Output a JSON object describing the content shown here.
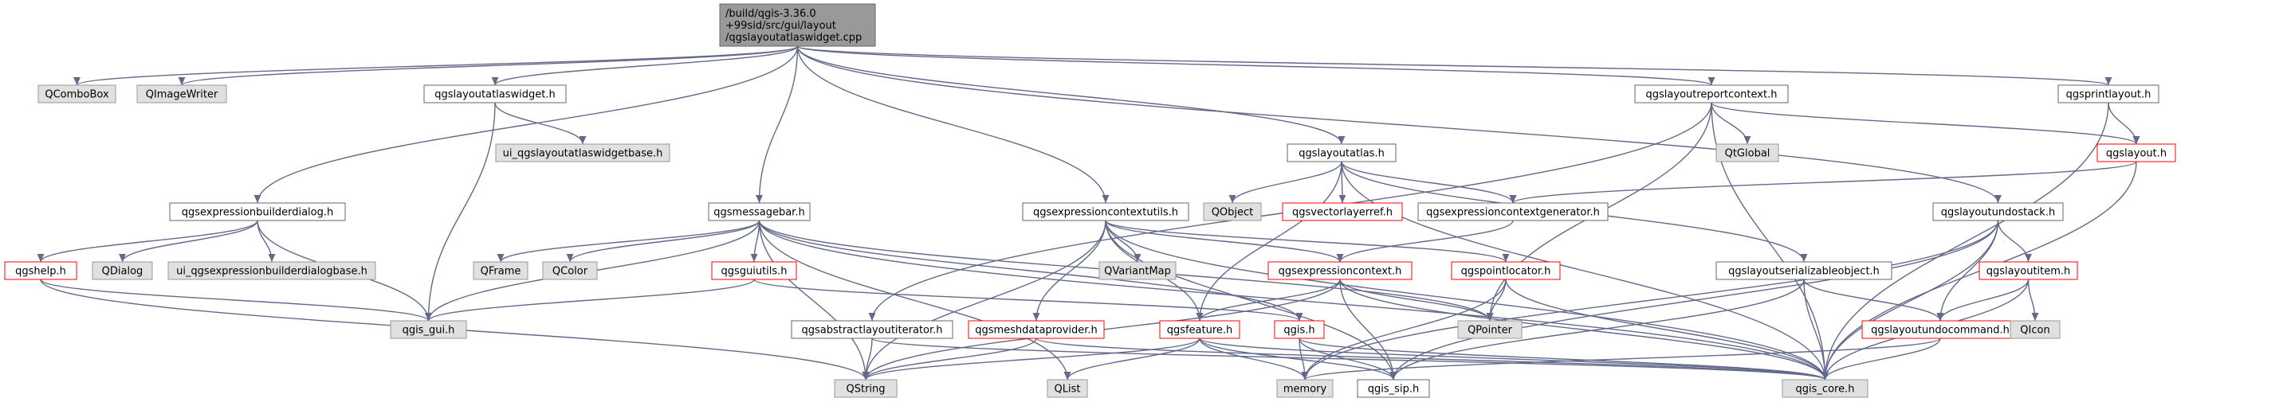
{
  "colors": {
    "edge": "#63698b",
    "plain_border": "#666666",
    "grey_fill": "#e0e0e0",
    "red_border": "#ff0000",
    "root_fill": "#999999"
  },
  "nodes": [
    {
      "id": "root",
      "lines": [
        "/build/qgis-3.36.0",
        "+99sid/src/gui/layout",
        "/qgslayoutatlaswidget.cpp"
      ],
      "style": "root"
    },
    {
      "id": "qcombobox",
      "lines": [
        "QComboBox"
      ],
      "style": "grey"
    },
    {
      "id": "qimagewriter",
      "lines": [
        "QImageWriter"
      ],
      "style": "grey"
    },
    {
      "id": "qgslayoutatlaswidget_h",
      "lines": [
        "qgslayoutatlaswidget.h"
      ],
      "style": "plain"
    },
    {
      "id": "ui_atlaswidgetbase",
      "lines": [
        "ui_qgslayoutatlaswidgetbase.h"
      ],
      "style": "grey"
    },
    {
      "id": "qgsexpressionbuilderdialog_h",
      "lines": [
        "qgsexpressionbuilderdialog.h"
      ],
      "style": "plain"
    },
    {
      "id": "qgshelp_h",
      "lines": [
        "qgshelp.h"
      ],
      "style": "red"
    },
    {
      "id": "qdialog",
      "lines": [
        "QDialog"
      ],
      "style": "grey"
    },
    {
      "id": "ui_exprbuilderdialogbase",
      "lines": [
        "ui_qgsexpressionbuilderdialogbase.h"
      ],
      "style": "grey"
    },
    {
      "id": "qgis_gui_h",
      "lines": [
        "qgis_gui.h"
      ],
      "style": "grey"
    },
    {
      "id": "qgsmessagebar_h",
      "lines": [
        "qgsmessagebar.h"
      ],
      "style": "plain"
    },
    {
      "id": "qframe",
      "lines": [
        "QFrame"
      ],
      "style": "grey"
    },
    {
      "id": "qcolor",
      "lines": [
        "QColor"
      ],
      "style": "grey"
    },
    {
      "id": "qgsguiutils_h",
      "lines": [
        "qgsguiutils.h"
      ],
      "style": "red"
    },
    {
      "id": "qstring",
      "lines": [
        "QString"
      ],
      "style": "grey"
    },
    {
      "id": "qgsexpressioncontextutils_h",
      "lines": [
        "qgsexpressioncontextutils.h"
      ],
      "style": "plain"
    },
    {
      "id": "qvariantmap",
      "lines": [
        "QVariantMap"
      ],
      "style": "grey"
    },
    {
      "id": "qgsabstractlayoutiterator_h",
      "lines": [
        "qgsabstractlayoutiterator.h"
      ],
      "style": "plain"
    },
    {
      "id": "qgsmeshdataprovider_h",
      "lines": [
        "qgsmeshdataprovider.h"
      ],
      "style": "red"
    },
    {
      "id": "qlist",
      "lines": [
        "QList"
      ],
      "style": "grey"
    },
    {
      "id": "qgsfeature_h",
      "lines": [
        "qgsfeature.h"
      ],
      "style": "red"
    },
    {
      "id": "qgis_h",
      "lines": [
        "qgis.h"
      ],
      "style": "red"
    },
    {
      "id": "memory",
      "lines": [
        "memory"
      ],
      "style": "grey"
    },
    {
      "id": "qgis_sip_h",
      "lines": [
        "qgis_sip.h"
      ],
      "style": "plain"
    },
    {
      "id": "qgslayoutatlas_h",
      "lines": [
        "qgslayoutatlas.h"
      ],
      "style": "plain"
    },
    {
      "id": "qobject",
      "lines": [
        "QObject"
      ],
      "style": "grey"
    },
    {
      "id": "qgsvectorlayerref_h",
      "lines": [
        "qgsvectorlayerref.h"
      ],
      "style": "red"
    },
    {
      "id": "qgsexpressioncontextgenerator_h",
      "lines": [
        "qgsexpressioncontextgenerator.h"
      ],
      "style": "plain"
    },
    {
      "id": "qgsexpressioncontext_h",
      "lines": [
        "qgsexpressioncontext.h"
      ],
      "style": "red"
    },
    {
      "id": "qgspointlocator_h",
      "lines": [
        "qgspointlocator.h"
      ],
      "style": "red"
    },
    {
      "id": "qpointer",
      "lines": [
        "QPointer"
      ],
      "style": "grey"
    },
    {
      "id": "qgslayoutreportcontext_h",
      "lines": [
        "qgslayoutreportcontext.h"
      ],
      "style": "plain"
    },
    {
      "id": "qtglobal",
      "lines": [
        "QtGlobal"
      ],
      "style": "grey"
    },
    {
      "id": "qgslayoutundostack_h",
      "lines": [
        "qgslayoutundostack.h"
      ],
      "style": "plain"
    },
    {
      "id": "qgslayoutserializableobject_h",
      "lines": [
        "qgslayoutserializableobject.h"
      ],
      "style": "plain"
    },
    {
      "id": "qgslayoutundocommand_h",
      "lines": [
        "qgslayoutundocommand.h"
      ],
      "style": "red"
    },
    {
      "id": "qgslayoutitem_h",
      "lines": [
        "qgslayoutitem.h"
      ],
      "style": "red"
    },
    {
      "id": "qicon",
      "lines": [
        "QIcon"
      ],
      "style": "grey"
    },
    {
      "id": "qgsprintlayout_h",
      "lines": [
        "qgsprintlayout.h"
      ],
      "style": "plain"
    },
    {
      "id": "qgslayout_h",
      "lines": [
        "qgslayout.h"
      ],
      "style": "red"
    },
    {
      "id": "qgis_core_h",
      "lines": [
        "qgis_core.h"
      ],
      "style": "grey"
    }
  ],
  "edges": [
    [
      "root",
      "qcombobox"
    ],
    [
      "root",
      "qimagewriter"
    ],
    [
      "root",
      "qgslayoutatlaswidget_h"
    ],
    [
      "root",
      "qgsexpressionbuilderdialog_h"
    ],
    [
      "root",
      "qgsmessagebar_h"
    ],
    [
      "root",
      "qgsexpressioncontextutils_h"
    ],
    [
      "root",
      "qgslayoutatlas_h"
    ],
    [
      "root",
      "qgslayoutreportcontext_h"
    ],
    [
      "root",
      "qgslayoutundostack_h"
    ],
    [
      "root",
      "qgsprintlayout_h"
    ],
    [
      "qgslayoutatlaswidget_h",
      "ui_atlaswidgetbase"
    ],
    [
      "qgslayoutatlaswidget_h",
      "qgis_gui_h"
    ],
    [
      "qgsexpressionbuilderdialog_h",
      "qgshelp_h"
    ],
    [
      "qgsexpressionbuilderdialog_h",
      "qdialog"
    ],
    [
      "qgsexpressionbuilderdialog_h",
      "ui_exprbuilderdialogbase"
    ],
    [
      "qgsexpressionbuilderdialog_h",
      "qgis_gui_h"
    ],
    [
      "qgshelp_h",
      "qgis_gui_h"
    ],
    [
      "qgshelp_h",
      "qstring"
    ],
    [
      "qgsmessagebar_h",
      "qframe"
    ],
    [
      "qgsmessagebar_h",
      "qcolor"
    ],
    [
      "qgsmessagebar_h",
      "qgsguiutils_h"
    ],
    [
      "qgsmessagebar_h",
      "qgis_gui_h"
    ],
    [
      "qgsmessagebar_h",
      "qstring"
    ],
    [
      "qgsmessagebar_h",
      "qlist"
    ],
    [
      "qgsmessagebar_h",
      "qgis_h"
    ],
    [
      "qgsmessagebar_h",
      "qgis_core_h"
    ],
    [
      "qgsmessagebar_h",
      "qpointer"
    ],
    [
      "qgsguiutils_h",
      "qgis_gui_h"
    ],
    [
      "qgsguiutils_h",
      "qgis_h"
    ],
    [
      "qgsexpressioncontextutils_h",
      "qvariantmap"
    ],
    [
      "qgsexpressioncontextutils_h",
      "qgsmeshdataprovider_h"
    ],
    [
      "qgsexpressioncontextutils_h",
      "qgsfeature_h"
    ],
    [
      "qgsexpressioncontextutils_h",
      "qgsexpressioncontext_h"
    ],
    [
      "qgsexpressioncontextutils_h",
      "qgspointlocator_h"
    ],
    [
      "qgsexpressioncontextutils_h",
      "qgis_sip_h"
    ],
    [
      "qgsexpressioncontextutils_h",
      "qgis_core_h"
    ],
    [
      "qgsexpressioncontextutils_h",
      "qstring"
    ],
    [
      "qgsmeshdataprovider_h",
      "qstring"
    ],
    [
      "qgsmeshdataprovider_h",
      "qgis_core_h"
    ],
    [
      "qgsabstractlayoutiterator_h",
      "qgis_core_h"
    ],
    [
      "qgsabstractlayoutiterator_h",
      "qstring"
    ],
    [
      "qgsfeature_h",
      "qstring"
    ],
    [
      "qgsfeature_h",
      "qlist"
    ],
    [
      "qgsfeature_h",
      "memory"
    ],
    [
      "qgsfeature_h",
      "qgis_sip_h"
    ],
    [
      "qgsfeature_h",
      "qgis_core_h"
    ],
    [
      "qgis_h",
      "memory"
    ],
    [
      "qgis_h",
      "qgis_sip_h"
    ],
    [
      "qgis_h",
      "qgis_core_h"
    ],
    [
      "qgslayoutatlas_h",
      "qobject"
    ],
    [
      "qgslayoutatlas_h",
      "qgsvectorlayerref_h"
    ],
    [
      "qgslayoutatlas_h",
      "qgsexpressioncontextgenerator_h"
    ],
    [
      "qgslayoutatlas_h",
      "qgsfeature_h"
    ],
    [
      "qgslayoutatlas_h",
      "qgslayoutserializableobject_h"
    ],
    [
      "qgslayoutatlas_h",
      "qgis_core_h"
    ],
    [
      "qgsexpressioncontextgenerator_h",
      "qgsexpressioncontext_h"
    ],
    [
      "qgsexpressioncontext_h",
      "qgsfeature_h"
    ],
    [
      "qgsexpressioncontext_h",
      "qpointer"
    ],
    [
      "qgsexpressioncontext_h",
      "qgis_sip_h"
    ],
    [
      "qgsexpressioncontext_h",
      "qgis_core_h"
    ],
    [
      "qgsexpressioncontext_h",
      "qstring"
    ],
    [
      "qgspointlocator_h",
      "qpointer"
    ],
    [
      "qgspointlocator_h",
      "memory"
    ],
    [
      "qgspointlocator_h",
      "qgis_core_h"
    ],
    [
      "qgslayoutreportcontext_h",
      "qgsabstractlayoutiterator_h"
    ],
    [
      "qgslayoutreportcontext_h",
      "qtglobal"
    ],
    [
      "qgslayoutreportcontext_h",
      "qgslayout_h"
    ],
    [
      "qgslayoutreportcontext_h",
      "qpointer"
    ],
    [
      "qgslayoutreportcontext_h",
      "qgis_core_h"
    ],
    [
      "qgslayoutundostack_h",
      "qgslayoutundocommand_h"
    ],
    [
      "qgslayoutundostack_h",
      "qgslayoutitem_h"
    ],
    [
      "qgslayoutundostack_h",
      "qgis_core_h"
    ],
    [
      "qgslayoutundostack_h",
      "memory"
    ],
    [
      "qgslayoutundostack_h",
      "qgis_sip_h"
    ],
    [
      "qgslayoutserializableobject_h",
      "qgslayoutundocommand_h"
    ],
    [
      "qgslayoutserializableobject_h",
      "qgis_core_h"
    ],
    [
      "qgslayoutserializableobject_h",
      "qgis_sip_h"
    ],
    [
      "qgslayoutundocommand_h",
      "qgis_core_h"
    ],
    [
      "qgslayoutundocommand_h",
      "memory"
    ],
    [
      "qgslayoutitem_h",
      "qgslayoutundocommand_h"
    ],
    [
      "qgslayoutitem_h",
      "qicon"
    ],
    [
      "qgslayoutitem_h",
      "qgis_core_h"
    ],
    [
      "qgsprintlayout_h",
      "qgslayout_h"
    ],
    [
      "qgsprintlayout_h",
      "qgis_core_h"
    ],
    [
      "qgslayout_h",
      "qgsexpressioncontextgenerator_h"
    ],
    [
      "qgslayout_h",
      "qgis_core_h"
    ]
  ]
}
